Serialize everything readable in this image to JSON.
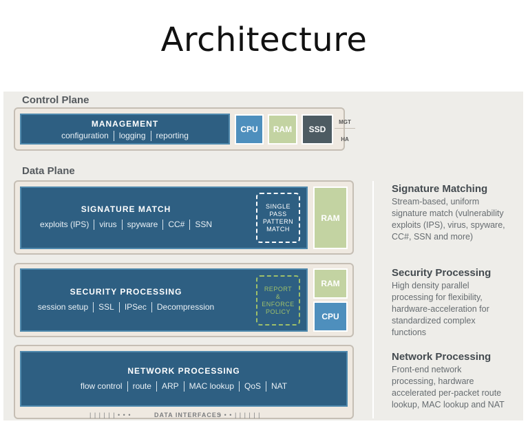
{
  "title": "Architecture",
  "control_plane": {
    "label": "Control Plane",
    "management": {
      "title": "MANAGEMENT",
      "items": [
        "configuration",
        "logging",
        "reporting"
      ]
    },
    "chips": [
      "CPU",
      "RAM",
      "SSD"
    ],
    "ports": [
      "MGT",
      "HA"
    ]
  },
  "data_plane": {
    "label": "Data Plane",
    "signature": {
      "title": "SIGNATURE MATCH",
      "items": [
        "exploits (IPS)",
        "virus",
        "spyware",
        "CC#",
        "SSN"
      ],
      "engine_lines": [
        "SINGLE",
        "PASS",
        "PATTERN",
        "MATCH"
      ],
      "ram": "RAM"
    },
    "security": {
      "title": "SECURITY PROCESSING",
      "items": [
        "session setup",
        "SSL",
        "IPSec",
        "Decompression"
      ],
      "policy_lines": [
        "REPORT",
        "&",
        "ENFORCE",
        "POLICY"
      ],
      "ram": "RAM",
      "cpu": "CPU"
    },
    "network": {
      "title": "NETWORK PROCESSING",
      "items": [
        "flow control",
        "route",
        "ARP",
        "MAC lookup",
        "QoS",
        "NAT"
      ],
      "interfaces": "DATA INTERFACES"
    }
  },
  "descriptions": [
    {
      "heading": "Signature Matching",
      "lines": [
        "Stream-based, uniform",
        "signature match (vulnerability",
        "exploits (IPS), virus, spyware,",
        "CC#, SSN and more)"
      ]
    },
    {
      "heading": "Security Processing",
      "lines": [
        "High density parallel",
        "processing for flexibility,",
        "hardware-acceleration for",
        "standardized complex",
        "functions"
      ]
    },
    {
      "heading": "Network Processing",
      "lines": [
        "Front-end network",
        "processing, hardware",
        "accelerated per-packet route",
        "lookup, MAC lookup and NAT"
      ]
    }
  ],
  "colors": {
    "block_blue": "#2e5f82",
    "cpu_blue": "#4e8fbd",
    "ram_green": "#c3d3a2",
    "ssd_gray": "#4d5b62",
    "policy_green": "#9fc06a"
  }
}
